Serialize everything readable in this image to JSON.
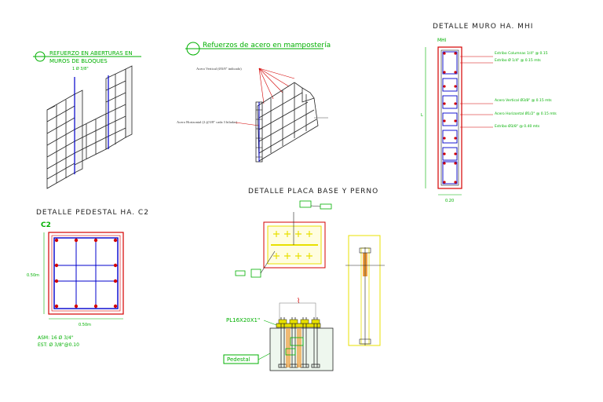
{
  "refuerzo_aberturas": {
    "title_line1": "REFUERZO EN ABERTURAS EN",
    "title_line2": "MUROS DE BLOQUES",
    "sub": "1 Ø 3/8\""
  },
  "mamposteria": {
    "title": "Refuerzos de acero en mampostería",
    "label_vertical": "Acero Vertical (Ø3/8\" indicado)",
    "label_horizontal": "Acero Horizontal (2 @3/8\" cada 3 hiladas)"
  },
  "muro": {
    "title": "DETALLE MURO HA. MHI",
    "tag": "MHI",
    "dim_left": "L",
    "dim_bottom": "0.20",
    "notes": [
      "Estribo Columnas 1/4\" @ 0.15",
      "Estribo Ø 1/4\" @ 0.15 mts",
      "Acero Vertical Ø3/8\" @ 0.15 mts",
      "Acero Horizontal Ø1/2\" @ 0.15 mts",
      "Estribo Ø3/8\" @ 0.40 mts"
    ]
  },
  "pedestal": {
    "title": "DETALLE PEDESTAL HA. C2",
    "tag": "C2",
    "dim_left": "0.50m",
    "dim_bottom": "0.50m",
    "note1": "ASM: 16 Ø 3/4\"",
    "note2": "EST: Ø 3/8\"@0.10"
  },
  "placa": {
    "title": "DETALLE PLACA BASE Y PERNO",
    "plate_label": "PL16X20X1\"",
    "pedestal_label": "Pedestal"
  },
  "colors": {
    "title": "#222222",
    "green": "#00b000",
    "red": "#d40000",
    "blue": "#0000cc",
    "yellow": "#e8e000",
    "orange": "#f0a040"
  }
}
